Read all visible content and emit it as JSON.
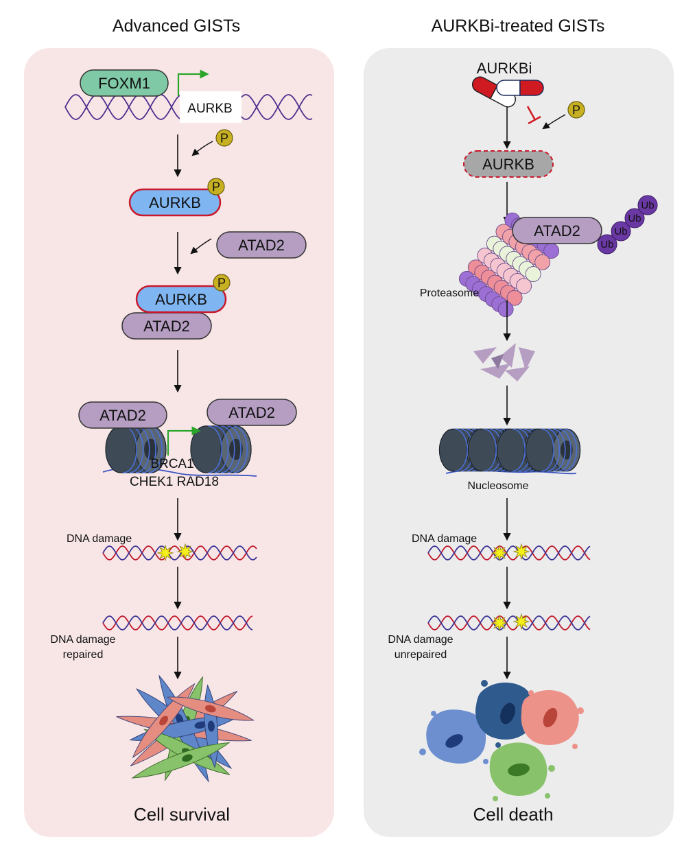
{
  "left_panel": {
    "title": "Advanced GISTs",
    "foxm1": "FOXM1",
    "aurkb_gene": "AURKB",
    "phospho": "P",
    "aurkb_protein": "AURKB",
    "atad2_free": "ATAD2",
    "complex_aurkb": "AURKB",
    "complex_atad2": "ATAD2",
    "chromatin_atad2_left": "ATAD2",
    "chromatin_atad2_right": "ATAD2",
    "genes_line1": "BRCA1",
    "genes_line2": "CHEK1 RAD18",
    "dna_damage": "DNA damage",
    "repaired_line1": "DNA damage",
    "repaired_line2": "repaired",
    "outcome": "Cell survival"
  },
  "right_panel": {
    "title": "AURKBi-treated GISTs",
    "inhibitor": "AURKBi",
    "phospho": "P",
    "aurkb_inhibited": "AURKB",
    "atad2": "ATAD2",
    "ub": "Ub",
    "proteasome": "Proteasome",
    "nucleosome": "Nucleosome",
    "dna_damage": "DNA damage",
    "unrepaired_line1": "DNA damage",
    "unrepaired_line2": "unrepaired",
    "outcome": "Cell death"
  },
  "colors": {
    "left_bg": "#f8e6e7",
    "right_bg": "#ececed",
    "foxm1_fill": "#7fc9a6",
    "aurkb_fill": "#7fb5f1",
    "aurkb_border": "#c8192c",
    "atad2_fill": "#b59ec2",
    "inhibited_fill": "#a7a7a7",
    "phospho_fill": "#c7b021",
    "ub_fill": "#6a38a3",
    "arrow_green": "#2aa52a",
    "inhibit_red": "#d01a22",
    "dna_red": "#c0182a",
    "dna_blue": "#3b3493",
    "damage_yellow": "#f4ef1a"
  }
}
